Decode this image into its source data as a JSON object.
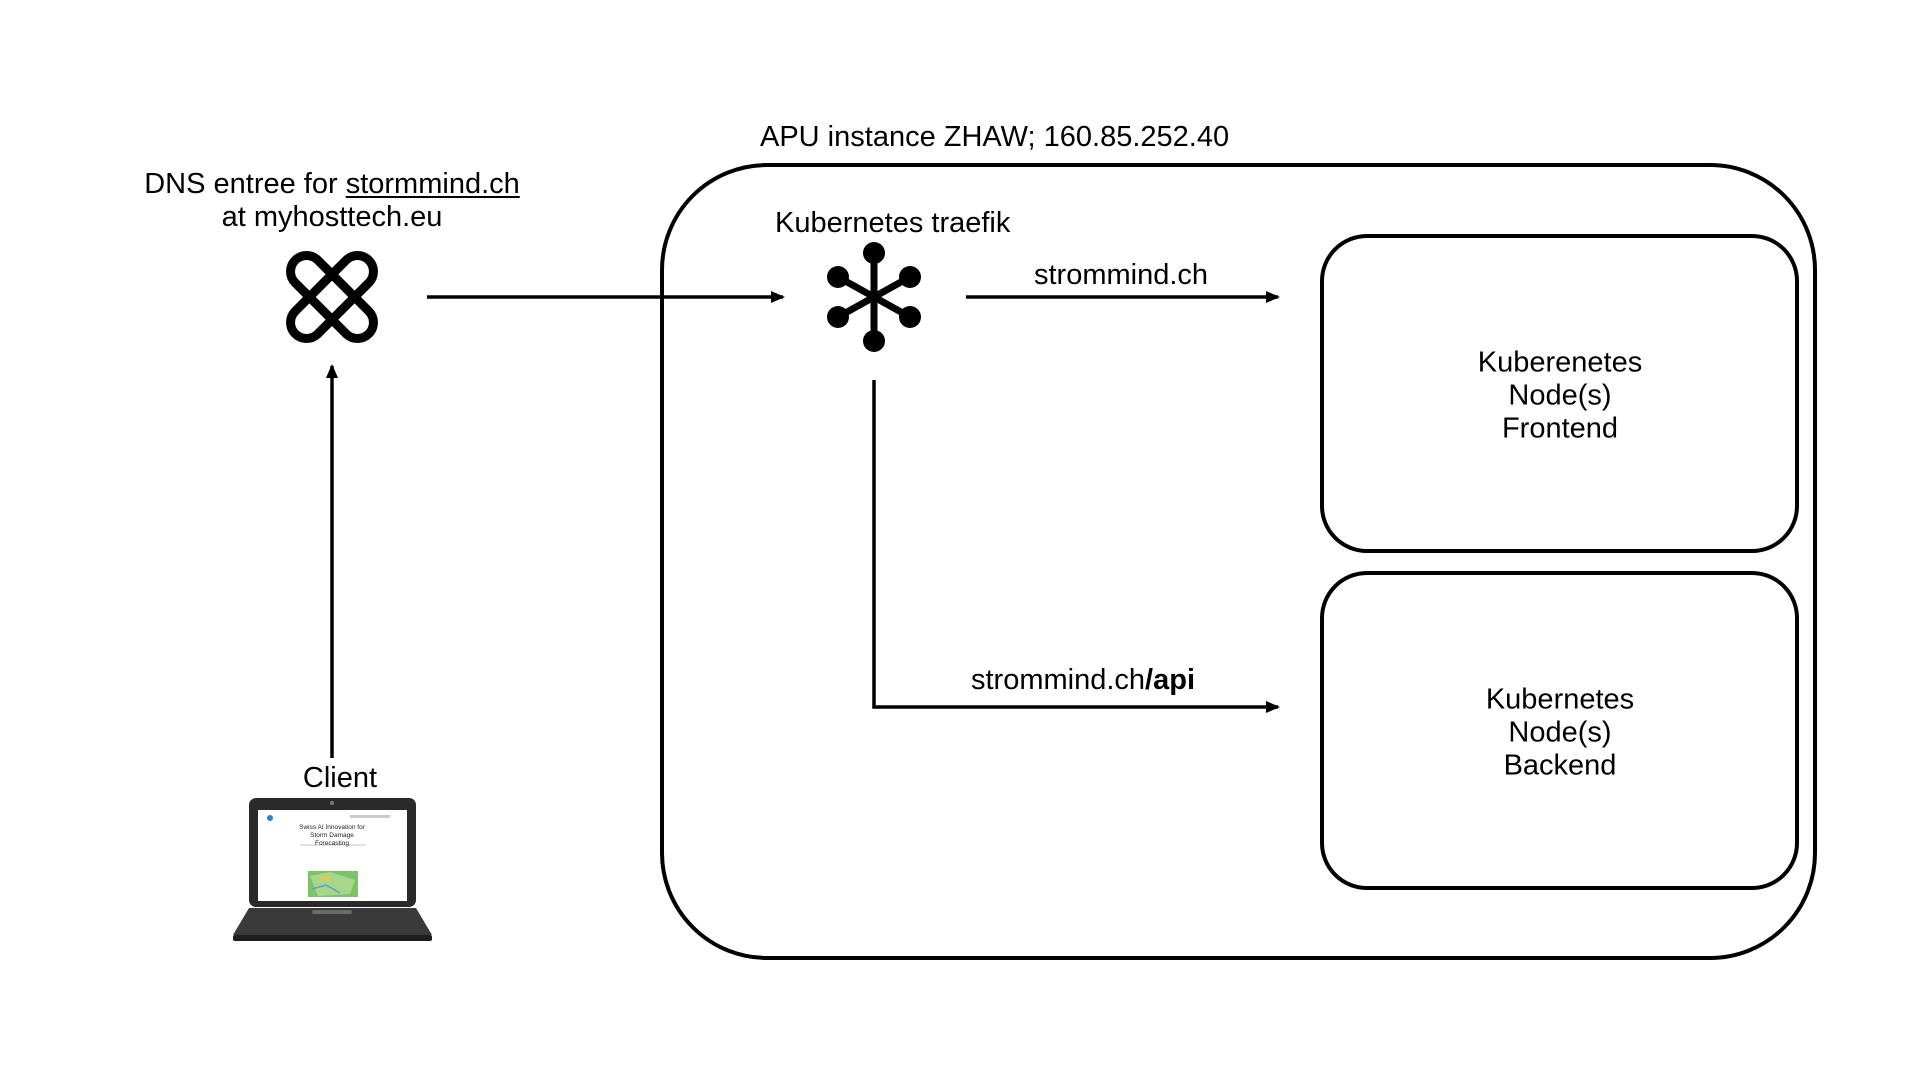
{
  "apu": {
    "title": "APU instance ZHAW; 160.85.252.40"
  },
  "dns": {
    "line1_prefix": "DNS entree for ",
    "line1_link": "stormmind.ch",
    "line2": "at myhosttech.eu"
  },
  "traefik": {
    "label": "Kubernetes traefik"
  },
  "routes": {
    "frontend": "strommind.ch",
    "backend_prefix": "strommind.ch",
    "backend_suffix": "/api"
  },
  "frontend_box": {
    "line1": "Kuberenetes",
    "line2": "Node(s)",
    "line3": "Frontend"
  },
  "backend_box": {
    "line1": "Kubernetes",
    "line2": "Node(s)",
    "line3": "Backend"
  },
  "client": {
    "label": "Client",
    "screen_title_1": "Swiss AI Innovation for",
    "screen_title_2": "Storm Damage",
    "screen_title_3": "Forecasting"
  },
  "colors": {
    "stroke": "#000000",
    "map_green": "#7cc26a",
    "map_blue": "#5aa0d8",
    "accent": "#2f7fd6"
  }
}
